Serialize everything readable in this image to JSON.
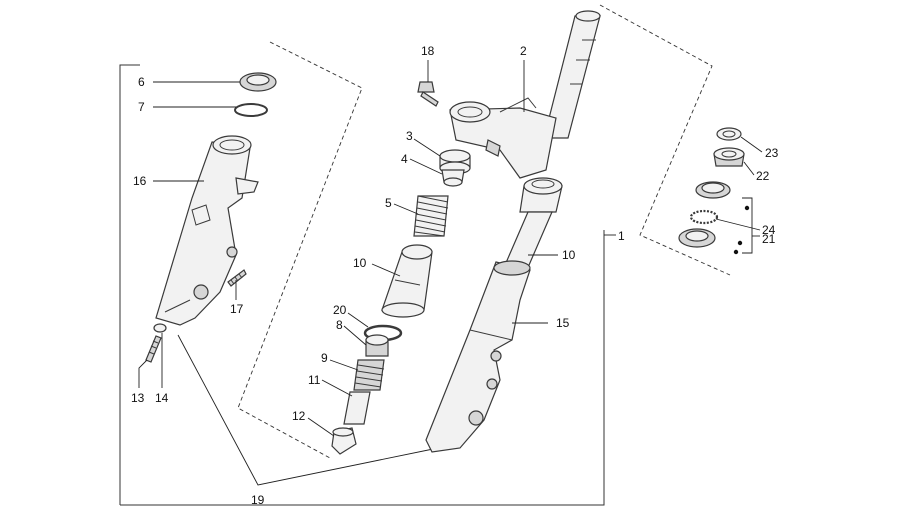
{
  "labels": {
    "l1": "1",
    "l2": "2",
    "l3": "3",
    "l4": "4",
    "l5": "5",
    "l6": "6",
    "l7": "7",
    "l8": "8",
    "l9": "9",
    "l10a": "10",
    "l10b": "10",
    "l11": "11",
    "l12": "12",
    "l13": "13",
    "l14": "14",
    "l15": "15",
    "l16": "16",
    "l17": "17",
    "l18": "18",
    "l19": "19",
    "l20": "20",
    "l21": "21",
    "l22": "22",
    "l23": "23",
    "l24": "24"
  },
  "icons": {
    "bearing_marker": "filled-dot"
  }
}
